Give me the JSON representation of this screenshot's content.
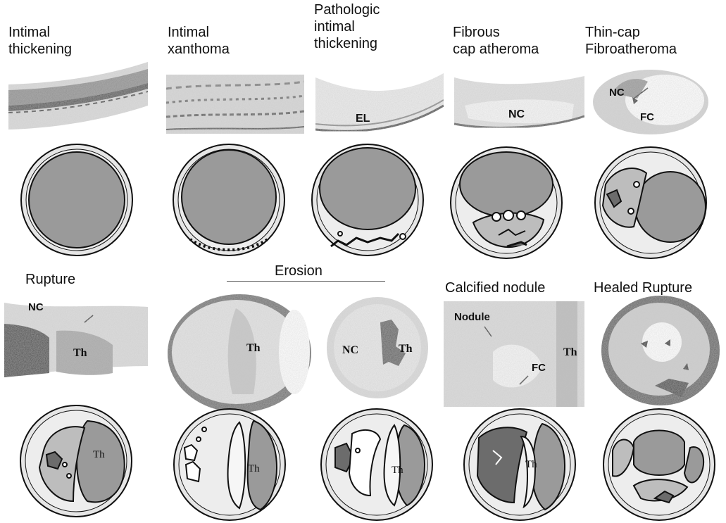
{
  "colors": {
    "lumen": "#9a9a9a",
    "wall": "#e6e6e6",
    "outline": "#111111",
    "lesion": "#bdbdbd",
    "necrotic": "#6c6c6c",
    "thrombus": "#f3f3f3"
  },
  "stages": {
    "intimal_thickening": "Intimal\nthickening",
    "intimal_xanthoma": "Intimal\nxanthoma",
    "pathologic_intimal_thickening": "Pathologic\nintimal\nthickening",
    "fibrous_cap_atheroma": "Fibrous\ncap atheroma",
    "thin_cap_fibroatheroma": "Thin-cap\nFibroatheroma",
    "rupture": "Rupture",
    "erosion": "Erosion",
    "calcified_nodule": "Calcified nodule",
    "healed_rupture": "Healed Rupture"
  },
  "annotations": {
    "el": "EL",
    "nc": "NC",
    "fc": "FC",
    "th": "Th",
    "nodule": "Nodule"
  }
}
